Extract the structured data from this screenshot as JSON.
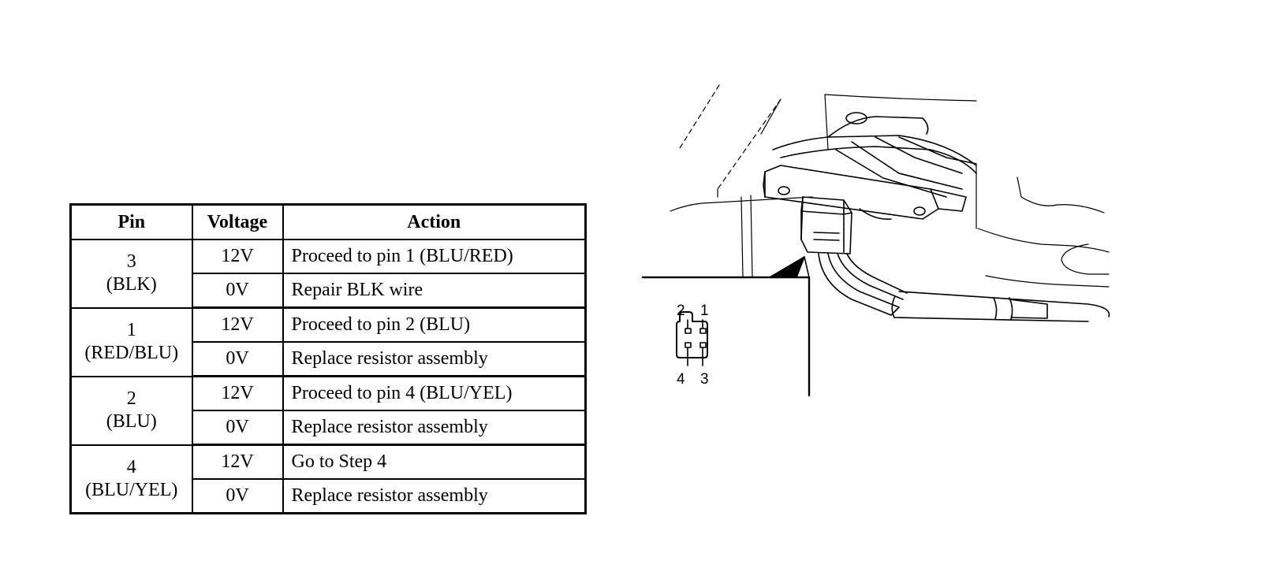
{
  "table": {
    "headers": {
      "pin": "Pin",
      "voltage": "Voltage",
      "action": "Action"
    },
    "groups": [
      {
        "pin_number": "3",
        "wire": "(BLK)",
        "rows": [
          {
            "voltage": "12V",
            "action": "Proceed to pin 1 (BLU/RED)"
          },
          {
            "voltage": "0V",
            "action": "Repair BLK wire"
          }
        ]
      },
      {
        "pin_number": "1",
        "wire": "(RED/BLU)",
        "rows": [
          {
            "voltage": "12V",
            "action": "Proceed to pin 2 (BLU)"
          },
          {
            "voltage": "0V",
            "action": "Replace resistor assembly"
          }
        ]
      },
      {
        "pin_number": "2",
        "wire": "(BLU)",
        "rows": [
          {
            "voltage": "12V",
            "action": "Proceed to pin 4 (BLU/YEL)"
          },
          {
            "voltage": "0V",
            "action": "Replace resistor assembly"
          }
        ]
      },
      {
        "pin_number": "4",
        "wire": "(BLU/YEL)",
        "rows": [
          {
            "voltage": "12V",
            "action": "Go to Step 4"
          },
          {
            "voltage": "0V",
            "action": "Replace resistor assembly"
          }
        ]
      }
    ]
  },
  "connector_diagram": {
    "pin_labels": {
      "top_left": "2",
      "top_right": "1",
      "bottom_left": "4",
      "bottom_right": "3"
    }
  }
}
